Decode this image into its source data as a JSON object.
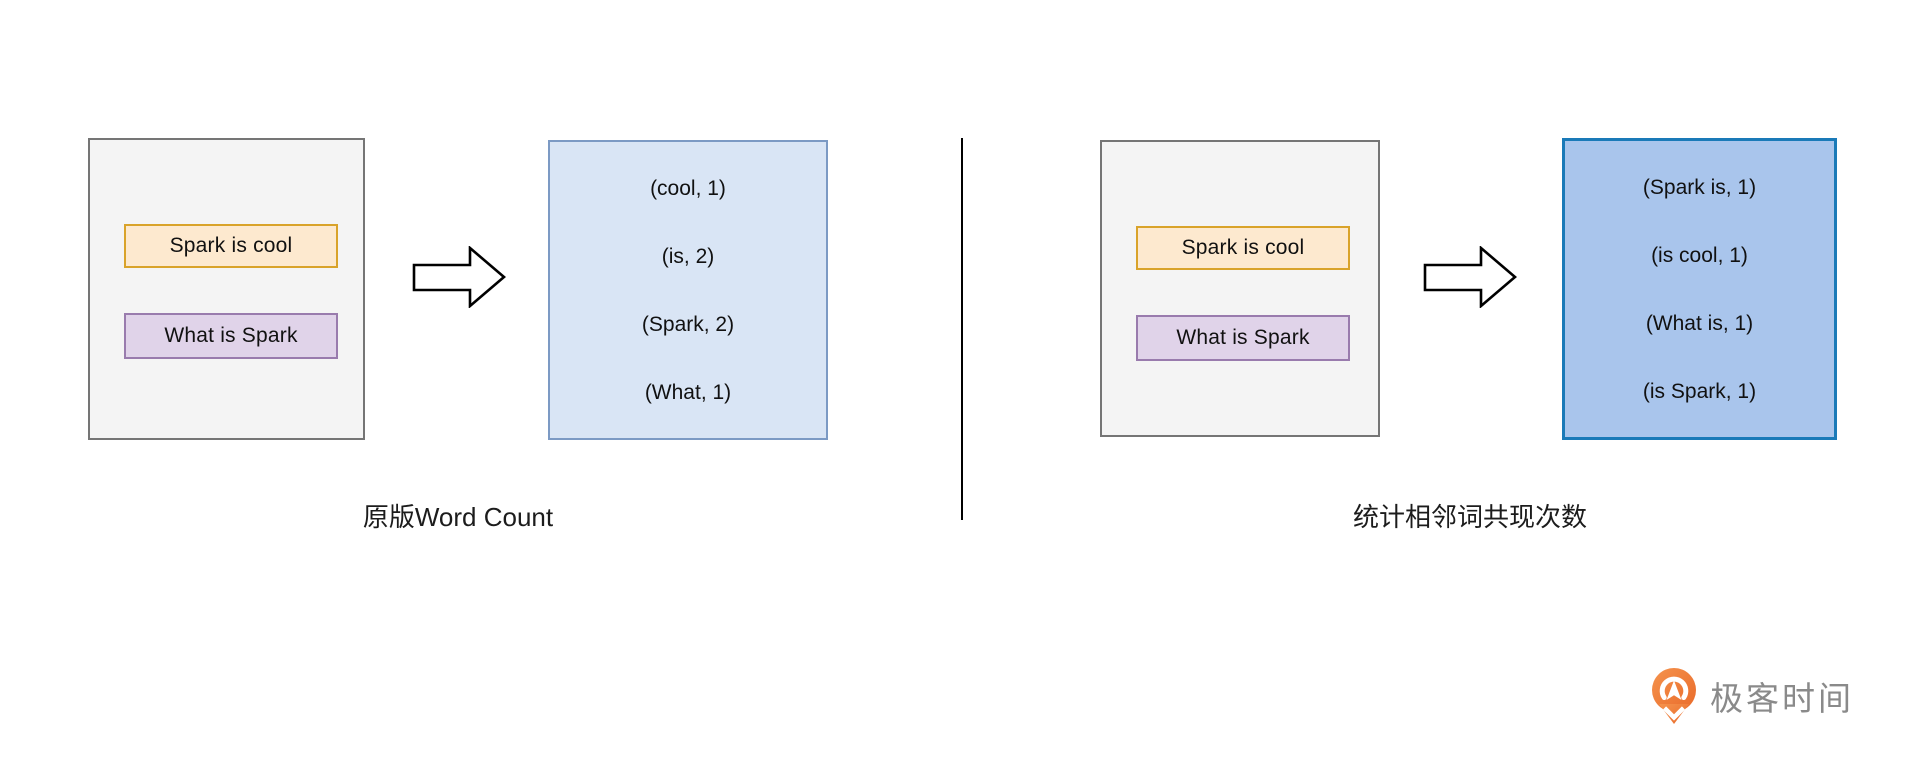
{
  "phrases": {
    "sentence1": "Spark is cool",
    "sentence2": "What is Spark"
  },
  "left_panel": {
    "result_lines": [
      "(cool, 1)",
      "(is, 2)",
      "(Spark, 2)",
      "(What, 1)"
    ],
    "caption": "原版Word Count"
  },
  "right_panel": {
    "result_lines": [
      "(Spark is, 1)",
      "(is cool, 1)",
      "(What is, 1)",
      "(is Spark, 1)"
    ],
    "caption": "统计相邻词共现次数"
  },
  "logo": {
    "brand": "极客时间"
  },
  "colors": {
    "source_box_fill": "#f4f4f4",
    "source_box_border": "#757575",
    "sentence1_fill": "#fde9cf",
    "sentence1_border": "#d9a32a",
    "sentence2_fill": "#e0d3e9",
    "sentence2_border": "#997bad",
    "left_result_fill": "#d9e5f5",
    "left_result_border": "#7c9ac4",
    "right_result_fill": "#a9c5ec",
    "right_result_border": "#1a7ab8",
    "logo_orange": "#ed7334",
    "logo_text_gray": "#8a8a8a"
  }
}
